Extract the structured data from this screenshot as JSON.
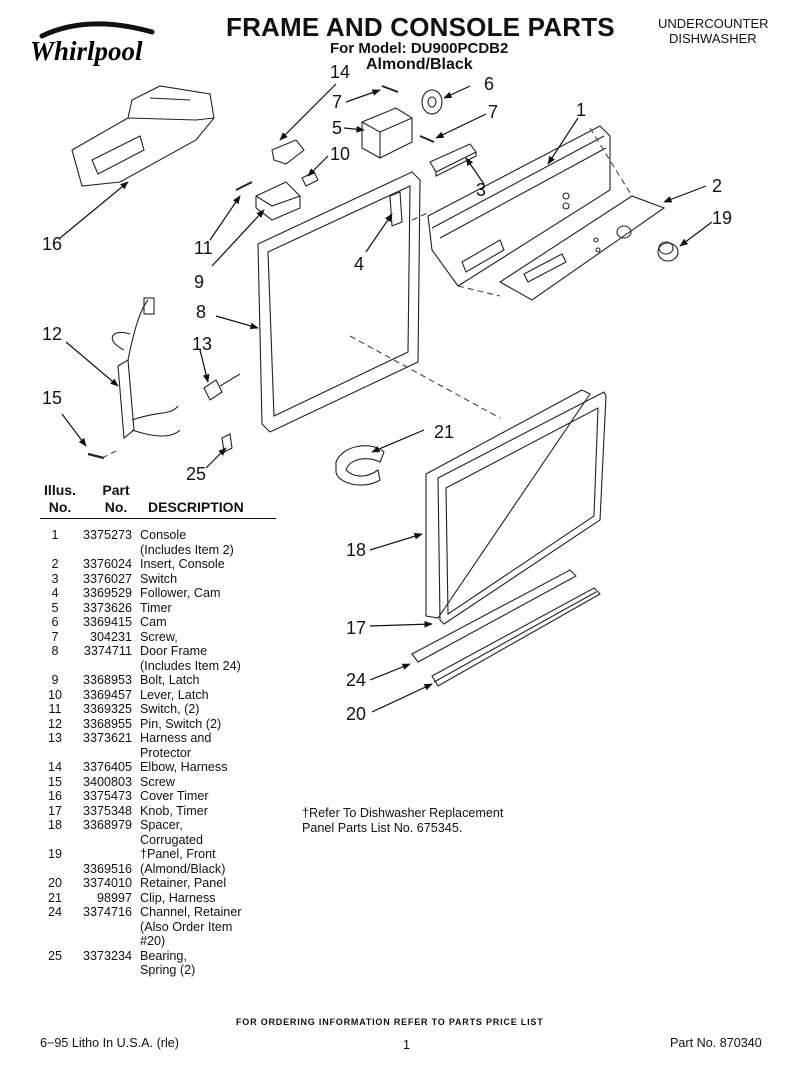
{
  "header": {
    "brand": "Whirlpool",
    "title": "FRAME AND CONSOLE PARTS",
    "model_line": "For Model: DU900PCDB2",
    "color_line": "Almond/Black",
    "appliance_type_line1": "UNDERCOUNTER",
    "appliance_type_line2": "DISHWASHER"
  },
  "diagram": {
    "callouts": [
      "1",
      "2",
      "3",
      "4",
      "5",
      "6",
      "7",
      "7",
      "8",
      "9",
      "10",
      "11",
      "12",
      "13",
      "14",
      "15",
      "16",
      "17",
      "18",
      "19",
      "20",
      "21",
      "24",
      "25"
    ]
  },
  "table": {
    "col_illus": [
      "Illus.",
      "No."
    ],
    "col_part": [
      "Part",
      "No."
    ],
    "col_desc": "DESCRIPTION",
    "rows": [
      {
        "num": "1",
        "part": "3375273",
        "desc": "Console"
      },
      {
        "num": "",
        "part": "",
        "desc": "(Includes Item 2)"
      },
      {
        "num": "2",
        "part": "3376024",
        "desc": "Insert, Console"
      },
      {
        "num": "3",
        "part": "3376027",
        "desc": "Switch"
      },
      {
        "num": "4",
        "part": "3369529",
        "desc": "Follower, Cam"
      },
      {
        "num": "5",
        "part": "3373626",
        "desc": "Timer"
      },
      {
        "num": "6",
        "part": "3369415",
        "desc": "Cam"
      },
      {
        "num": "7",
        "part": "304231",
        "desc": "Screw,"
      },
      {
        "num": "8",
        "part": "3374711",
        "desc": "Door Frame"
      },
      {
        "num": "",
        "part": "",
        "desc": "(Includes Item 24)"
      },
      {
        "num": "9",
        "part": "3368953",
        "desc": "Bolt, Latch"
      },
      {
        "num": "10",
        "part": "3369457",
        "desc": "Lever, Latch"
      },
      {
        "num": "11",
        "part": "3369325",
        "desc": "Switch, (2)"
      },
      {
        "num": "12",
        "part": "3368955",
        "desc": "Pin, Switch (2)"
      },
      {
        "num": "13",
        "part": "3373621",
        "desc": "Harness and"
      },
      {
        "num": "",
        "part": "",
        "desc": "Protector"
      },
      {
        "num": "14",
        "part": "3376405",
        "desc": "Elbow, Harness"
      },
      {
        "num": "15",
        "part": "3400803",
        "desc": "Screw"
      },
      {
        "num": "16",
        "part": "3375473",
        "desc": "Cover Timer"
      },
      {
        "num": "17",
        "part": "3375348",
        "desc": "Knob, Timer"
      },
      {
        "num": "18",
        "part": "3368979",
        "desc": "Spacer,"
      },
      {
        "num": "",
        "part": "",
        "desc": "Corrugated"
      },
      {
        "num": "19",
        "part": "",
        "desc": "†Panel, Front"
      },
      {
        "num": "",
        "part": "3369516",
        "desc": "(Almond/Black)"
      },
      {
        "num": "20",
        "part": "3374010",
        "desc": "Retainer, Panel"
      },
      {
        "num": "21",
        "part": "98997",
        "desc": "Clip, Harness"
      },
      {
        "num": "24",
        "part": "3374716",
        "desc": "Channel, Retainer"
      },
      {
        "num": "",
        "part": "",
        "desc": "(Also Order Item"
      },
      {
        "num": "",
        "part": "",
        "desc": "#20)"
      },
      {
        "num": "25",
        "part": "3373234",
        "desc": "Bearing,"
      },
      {
        "num": "",
        "part": "",
        "desc": "Spring (2)"
      }
    ]
  },
  "note": {
    "line1": "†Refer To Dishwasher Replacement",
    "line2": "Panel Parts List No. 675345."
  },
  "footer": {
    "ordering": "FOR ORDERING INFORMATION REFER TO PARTS PRICE LIST",
    "left": "6−95 Litho In U.S.A. (rle)",
    "page": "1",
    "right": "Part No. 870340"
  }
}
